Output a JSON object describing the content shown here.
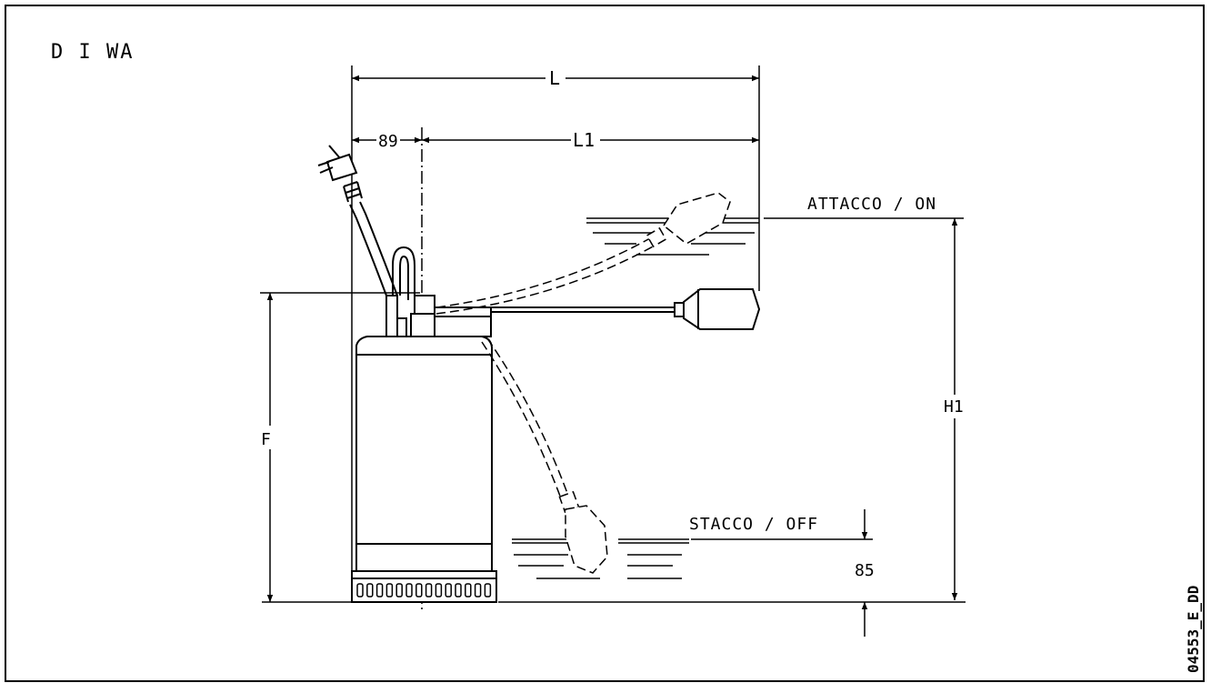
{
  "title": "D I WA",
  "dimensions": {
    "overall_length": "L",
    "length_float": "L1",
    "offset": "89",
    "height_float": "H1",
    "height_pump": "F",
    "off_level": "85"
  },
  "levels": {
    "on": "ATTACCO / ON",
    "off": "STACCO / OFF"
  },
  "drawing_code": "04553_E_DD",
  "colors": {
    "line": "#000000",
    "background": "#ffffff"
  }
}
